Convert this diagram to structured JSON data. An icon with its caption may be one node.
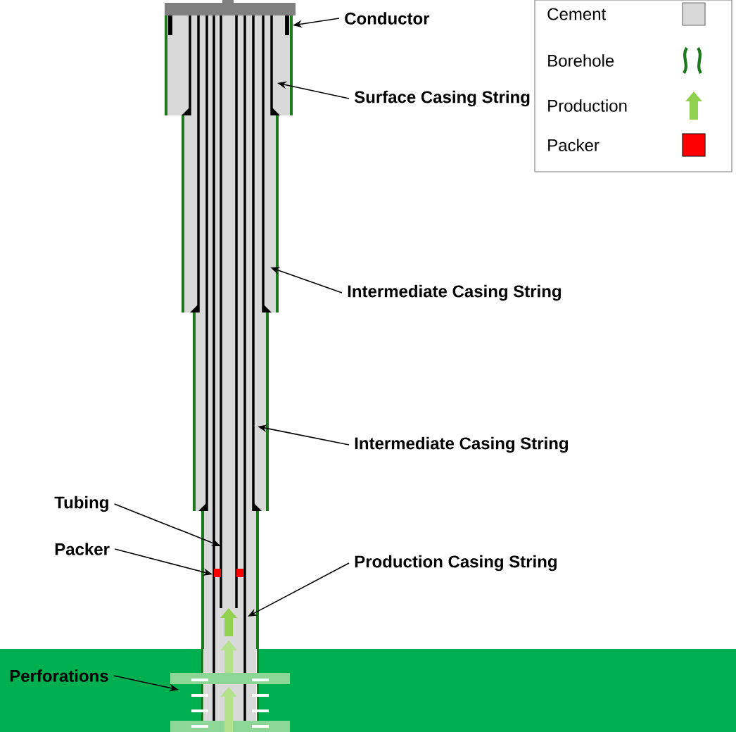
{
  "diagram": {
    "nodes": [
      {
        "text": [
          "Conductor"
        ]
      },
      {
        "text": [
          "Surface Casing String"
        ]
      },
      {
        "text": [
          "Intermediate Casing String"
        ]
      },
      {
        "text": [
          "Intermediate Casing String"
        ]
      },
      {
        "text": [
          "Tubing"
        ]
      },
      {
        "text": [
          "Packer"
        ]
      },
      {
        "text": [
          "Production Casing String"
        ]
      },
      {
        "text": [
          "Perforations"
        ]
      }
    ],
    "edges": [
      {
        "from": 0,
        "to": null,
        "arrow": "to"
      },
      {
        "from": 1,
        "to": null,
        "arrow": "to"
      },
      {
        "from": 2,
        "to": null,
        "arrow": "to"
      },
      {
        "from": 3,
        "to": null,
        "arrow": "to"
      },
      {
        "from": 4,
        "to": null,
        "arrow": "to"
      },
      {
        "from": 5,
        "to": null,
        "arrow": "to"
      },
      {
        "from": 6,
        "to": null,
        "arrow": "to"
      },
      {
        "from": 7,
        "to": null,
        "arrow": "to"
      }
    ],
    "legend": [
      {
        "text": "Cement",
        "color": "#d9d9d9"
      },
      {
        "text": "Borehole"
      },
      {
        "text": "Production"
      },
      {
        "text": "Packer",
        "color": "#ff0000"
      }
    ]
  }
}
